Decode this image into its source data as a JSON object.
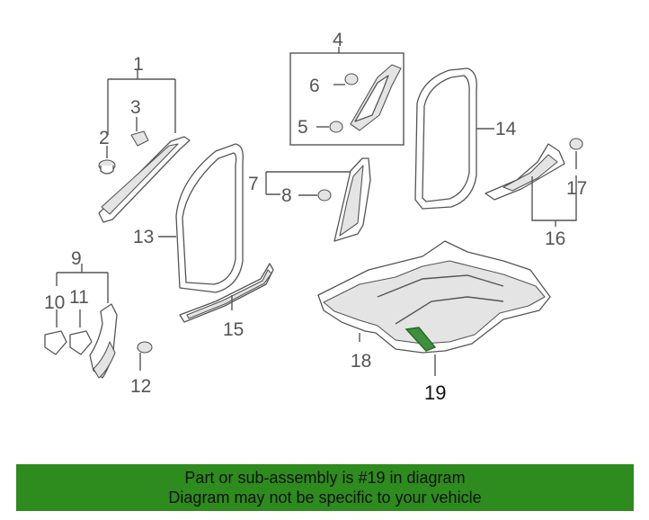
{
  "callouts": {
    "c1": "1",
    "c2": "2",
    "c3": "3",
    "c4": "4",
    "c5": "5",
    "c6": "6",
    "c7": "7",
    "c8": "8",
    "c9": "9",
    "c10": "10",
    "c11": "11",
    "c12": "12",
    "c13": "13",
    "c14": "14",
    "c15": "15",
    "c16": "16",
    "c17": "17",
    "c18": "18",
    "c19": "19"
  },
  "highlighted_part": "19",
  "colors": {
    "banner": "#2e8b1d",
    "highlight": "#3f8f3f",
    "line": "#555555"
  },
  "banner": {
    "line1": "Part or sub-assembly is #19 in diagram",
    "line2": "Diagram may not be specific to your vehicle"
  }
}
